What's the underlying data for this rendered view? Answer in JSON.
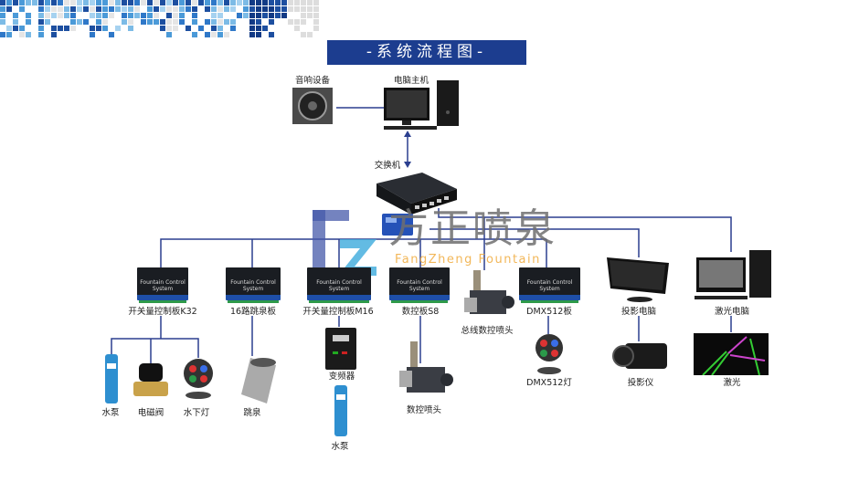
{
  "title": "-系统流程图-",
  "colors": {
    "title_bg": "#1c3d8f",
    "wire": "#2b3f8f",
    "watermark_orange": "#f0aa3c"
  },
  "watermark": {
    "logo": "FZ",
    "cn": "方正喷泉",
    "en": "FangZheng Fountain"
  },
  "top": {
    "speaker": "音响设备",
    "host": "电脑主机",
    "switch": "交换机"
  },
  "boards": {
    "board_text": "Fountain Control System",
    "k32": "开关量控制板K32",
    "jump16": "16路跳泉板",
    "m16": "开关量控制板M16",
    "s8": "数控板S8",
    "dmx": "DMX512板",
    "proj_pc": "投影电脑",
    "laser_pc": "激光电脑",
    "bus_nozzle": "总线数控喷头"
  },
  "devices": {
    "pump": "水泵",
    "valve": "电磁阀",
    "uw_light": "水下灯",
    "jump": "跳泉",
    "vfd": "变频器",
    "pump2": "水泵",
    "nozzle": "数控喷头",
    "dmx_light": "DMX512灯",
    "projector": "投影仪",
    "laser": "激光"
  }
}
